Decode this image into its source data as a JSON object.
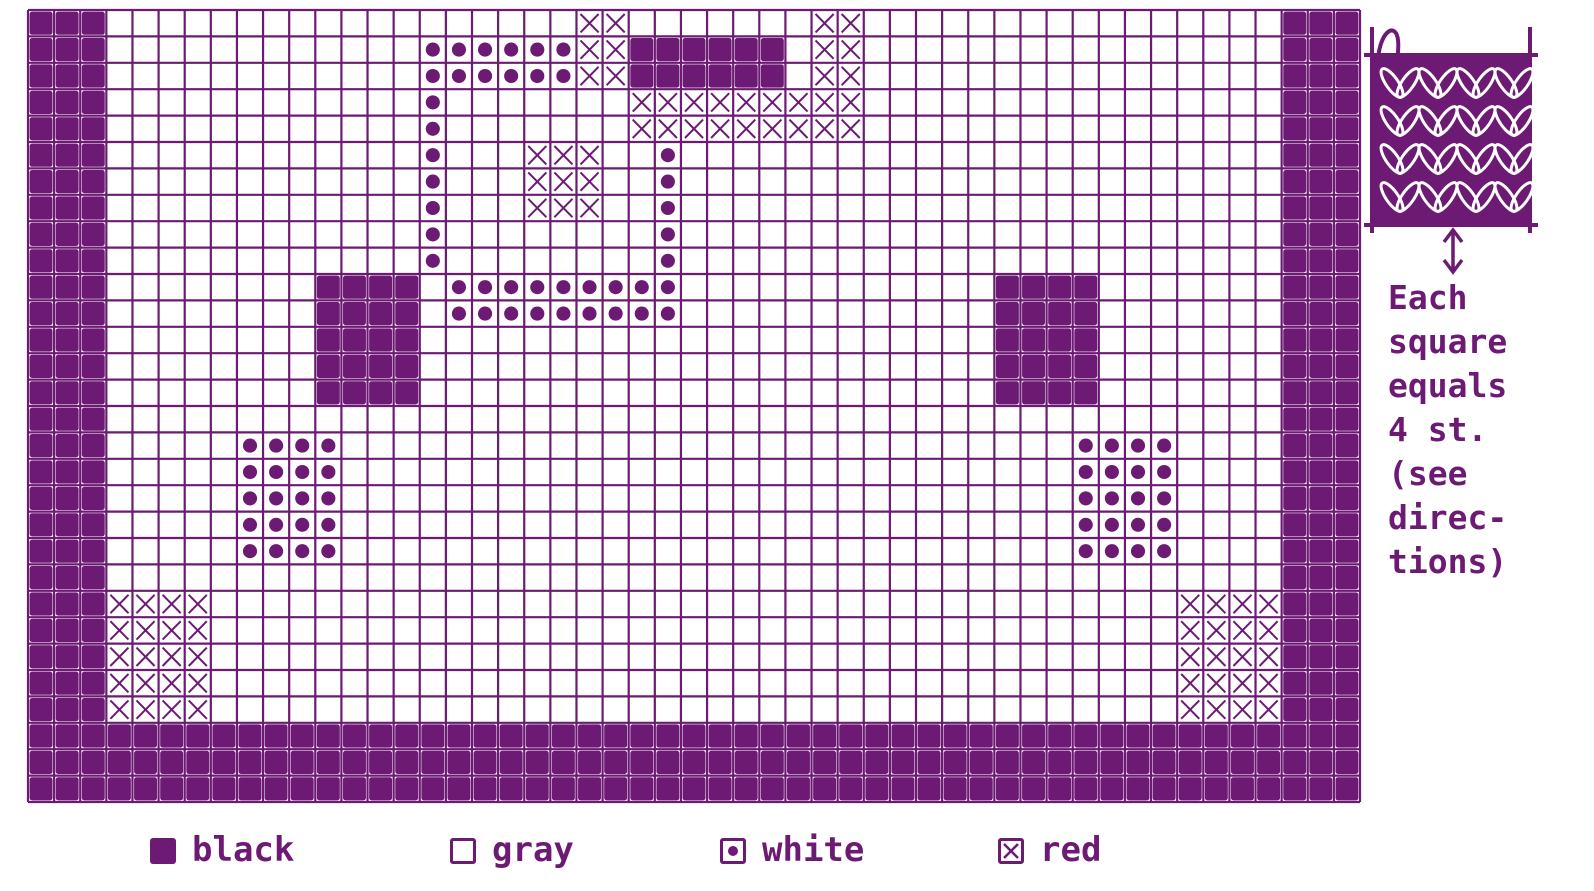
{
  "ink_color": "#6c1a74",
  "paper_color": "#ffffff",
  "chart_data": {
    "type": "table",
    "cols": 51,
    "rows": 30,
    "symbols": {
      "B": "black",
      "G": "gray",
      "W": "white",
      "R": "red"
    },
    "grid": [
      "BBBGGGGGGGGGGGGGGGGGGRRGGGGGGGRRGGGGGGGGGGGGGGGGBBB",
      "BBBGGGGGGGGGGGGWWWWWWRRBBBBBBGRRGGGGGGGGGGGGGGGGBBB",
      "BBBGGGGGGGGGGGGWWWWWWRRBBBBBBGRRGGGGGGGGGGGGGGGGBBB",
      "BBBGGGGGGGGGGGGWGGGGGGGRRRRRRRRRGGGGGGGGGGGGGGGGBBB",
      "BBBGGGGGGGGGGGGWGGGGGGGRRRRRRRRRGGGGGGGGGGGGGGGGBBB",
      "BBBGGGGGGGGGGGGWGGGRRRGGWGGGGGGGGGGGGGGGGGGGGGGGBBB",
      "BBBGGGGGGGGGGGGWGGGRRRGGWGGGGGGGGGGGGGGGGGGGGGGGBBB",
      "BBBGGGGGGGGGGGGWGGGRRRGGWGGGGGGGGGGGGGGGGGGGGGGGBBB",
      "BBBGGGGGGGGGGGGWGGGGGGGGWGGGGGGGGGGGGGGGGGGGGGGGBBB",
      "BBBGGGGGGGGGGGGWGGGGGGGGWGGGGGGGGGGGGGGGGGGGGGGGBBB",
      "BBBGGGGGGGGBBBBGWWWWWWWWWGGGGGGGGGGGGBBBBGGGGGGGBBB",
      "BBBGGGGGGGGBBBBGWWWWWWWWWGGGGGGGGGGGGBBBBGGGGGGGBBB",
      "BBBGGGGGGGGBBBBGGGGGGGGGGGGGGGGGGGGGGBBBBGGGGGGGBBB",
      "BBBGGGGGGGGBBBBGGGGGGGGGGGGGGGGGGGGGGBBBBGGGGGGGBBB",
      "BBBGGGGGGGGBBBBGGGGGGGGGGGGGGGGGGGGGGBBBBGGGGGGGBBB",
      "BBBGGGGGGGGGGGGGGGGGGGGGGGGGGGGGGGGGGGGGGGGGGGGGBBB",
      "BBBGGGGGWWWWGGGGGGGGGGGGGGGGGGGGGGGGGGGGWWWWGGGGBBB",
      "BBBGGGGGWWWWGGGGGGGGGGGGGGGGGGGGGGGGGGGGWWWWGGGGBBB",
      "BBBGGGGGWWWWGGGGGGGGGGGGGGGGGGGGGGGGGGGGWWWWGGGGBBB",
      "BBBGGGGGWWWWGGGGGGGGGGGGGGGGGGGGGGGGGGGGWWWWGGGGBBB",
      "BBBGGGGGWWWWGGGGGGGGGGGGGGGGGGGGGGGGGGGGWWWWGGGGBBB",
      "BBBGGGGGGGGGGGGGGGGGGGGGGGGGGGGGGGGGGGGGGGGGGGGGBBB",
      "BBBRRRRGGGGGGGGGGGGGGGGGGGGGGGGGGGGGGGGGGGGGRRRRBBB",
      "BBBRRRRGGGGGGGGGGGGGGGGGGGGGGGGGGGGGGGGGGGGGRRRRBBB",
      "BBBRRRRGGGGGGGGGGGGGGGGGGGGGGGGGGGGGGGGGGGGGRRRRBBB",
      "BBBRRRRGGGGGGGGGGGGGGGGGGGGGGGGGGGGGGGGGGGGGRRRRBBB",
      "BBBRRRRGGGGGGGGGGGGGGGGGGGGGGGGGGGGGGGGGGGGGRRRRBBB",
      "BBBBBBBBBBBBBBBBBBBBBBBBBBBBBBBBBBBBBBBBBBBBBBBBBBB",
      "BBBBBBBBBBBBBBBBBBBBBBBBBBBBBBBBBBBBBBBBBBBBBBBBBBB",
      "BBBBBBBBBBBBBBBBBBBBBBBBBBBBBBBBBBBBBBBBBBBBBBBBBBB"
    ]
  },
  "legend": [
    {
      "symbol": "B",
      "label": "black"
    },
    {
      "symbol": "G",
      "label": "gray"
    },
    {
      "symbol": "W",
      "label": "white"
    },
    {
      "symbol": "R",
      "label": "red"
    }
  ],
  "note": {
    "lines": [
      "Each",
      "square",
      "equals",
      "4 st.",
      "(see",
      "direc-",
      "tions)"
    ]
  },
  "stitch_swatch": {
    "icon": "knitted-stitch-swatch-illustration",
    "arrow_icon": "double-arrow-vertical-icon"
  }
}
